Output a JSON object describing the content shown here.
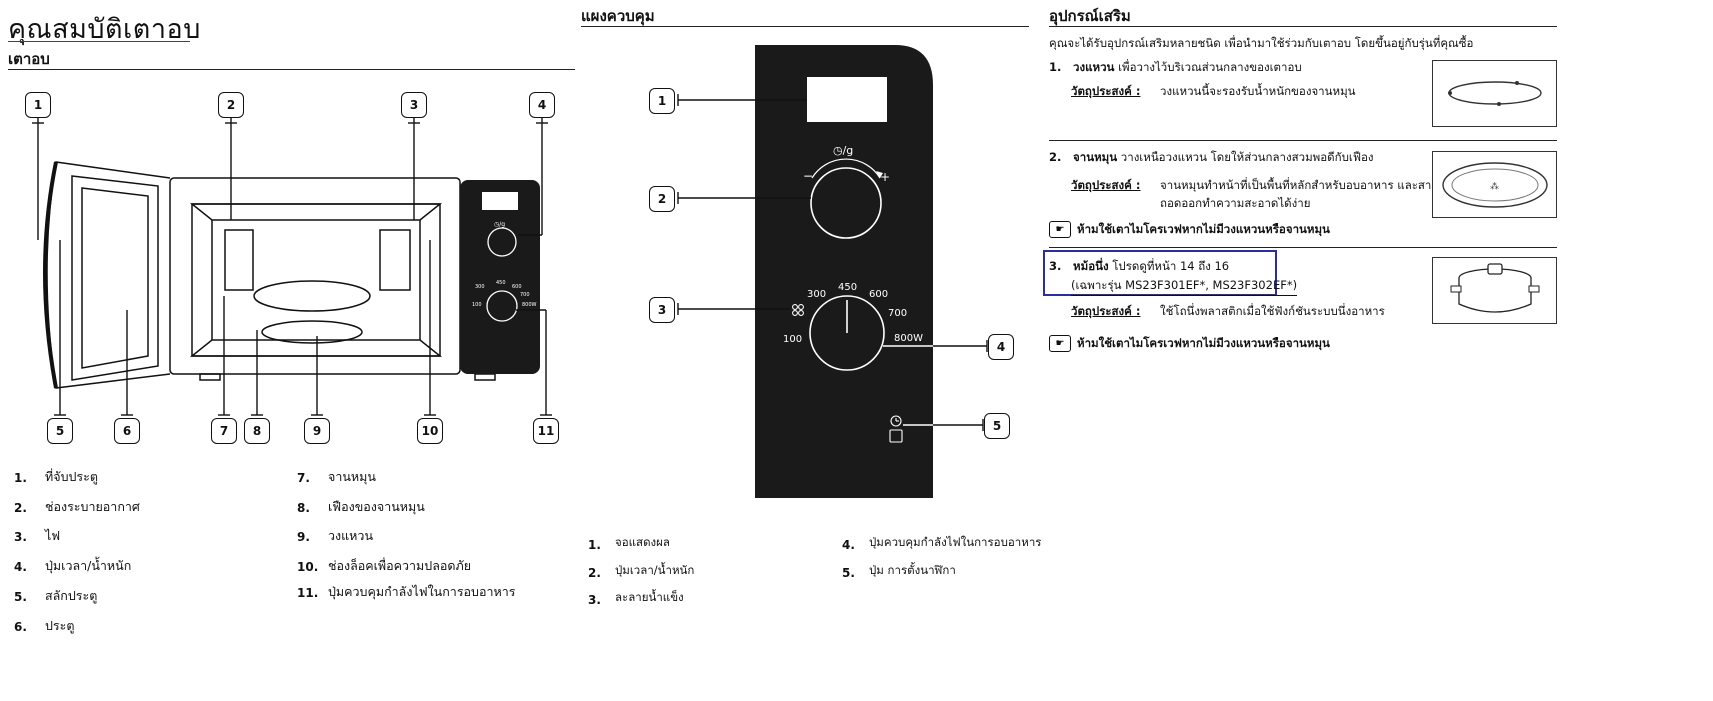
{
  "left": {
    "main_title": "คุณสมบัติเตาอบ",
    "section_title": "เตาอบ",
    "callouts": [
      "1",
      "2",
      "3",
      "4",
      "5",
      "6",
      "7",
      "8",
      "9",
      "10",
      "11"
    ],
    "panel_icon_label": "◷/g",
    "watt_labels": [
      "300",
      "450",
      "600",
      "700",
      "800W",
      "100"
    ],
    "parts_col1": [
      {
        "n": "1.",
        "t": "ที่จับประตู"
      },
      {
        "n": "2.",
        "t": "ช่องระบายอากาศ"
      },
      {
        "n": "3.",
        "t": "ไฟ"
      },
      {
        "n": "4.",
        "t": "ปุ่มเวลา/น้ำหนัก"
      },
      {
        "n": "5.",
        "t": "สลักประตู"
      },
      {
        "n": "6.",
        "t": "ประตู"
      }
    ],
    "parts_col2": [
      {
        "n": "7.",
        "t": "จานหมุน"
      },
      {
        "n": "8.",
        "t": "เฟืองของจานหมุน"
      },
      {
        "n": "9.",
        "t": "วงแหวน"
      },
      {
        "n": "10.",
        "t": "ช่องล็อคเพื่อความปลอดภัย"
      },
      {
        "n": "11.",
        "t": "ปุ่มควบคุมกำลังไฟในการอบอาหาร"
      }
    ]
  },
  "middle": {
    "section_title": "แผงควบคุม",
    "callouts": [
      "1",
      "2",
      "3",
      "4",
      "5"
    ],
    "timer_label": "◷/g",
    "minus": "−",
    "plus": "+",
    "watt_labels": [
      "300",
      "450",
      "600",
      "700",
      "800W",
      "100"
    ],
    "items_col1": [
      {
        "n": "1.",
        "t": "จอแสดงผล"
      },
      {
        "n": "2.",
        "t": "ปุ่มเวลา/น้ำหนัก"
      },
      {
        "n": "3.",
        "t": "ละลายน้ำแข็ง"
      }
    ],
    "items_col2": [
      {
        "n": "4.",
        "t": "ปุ่มควบคุมกำลังไฟในการอบอาหาร"
      },
      {
        "n": "5.",
        "t": "ปุ่ม การตั้งนาฬิกา"
      }
    ]
  },
  "right": {
    "section_title": "อุปกรณ์เสริม",
    "intro": "คุณจะได้รับอุปกรณ์เสริมหลายชนิด เพื่อนำมาใช้ร่วมกับเตาอบ โดยขึ้นอยู่กับรุ่นที่คุณซื้อ",
    "purpose_label": "วัตถุประสงค์ :",
    "items": [
      {
        "n": "1.",
        "name": "วงแหวน",
        "desc": " เพื่อวางไว้บริเวณส่วนกลางของเตาอบ",
        "purpose": "วงแหวนนี้จะรองรับน้ำหนักของจานหมุน",
        "purpose2": ""
      },
      {
        "n": "2.",
        "name": "จานหมุน",
        "desc": " วางเหนือวงแหวน โดยให้ส่วนกลางสวมพอดีกับเฟือง",
        "purpose": "จานหมุนทำหน้าที่เป็นพื้นที่หลักสำหรับอบอาหาร และสามารถ",
        "purpose2": "ถอดออกทำความสะอาดได้ง่าย"
      },
      {
        "n": "3.",
        "name": "หม้อนึ่ง",
        "desc": " โปรดดูที่หน้า 14 ถึง 16",
        "model": "(เฉพาะรุ่น MS23F301EF*, MS23F302EF*)",
        "purpose": "ใช้โถนึ่งพลาสติกเมื่อใช้ฟังก์ชันระบบนึ่งอาหาร",
        "purpose2": ""
      }
    ],
    "warning": "ห้ามใช้เตาไมโครเวฟหากไม่มีวงแหวนหรือจานหมุน",
    "warning_icon": "hand-pointer-icon",
    "highlight_color": "#2b2f9e"
  }
}
